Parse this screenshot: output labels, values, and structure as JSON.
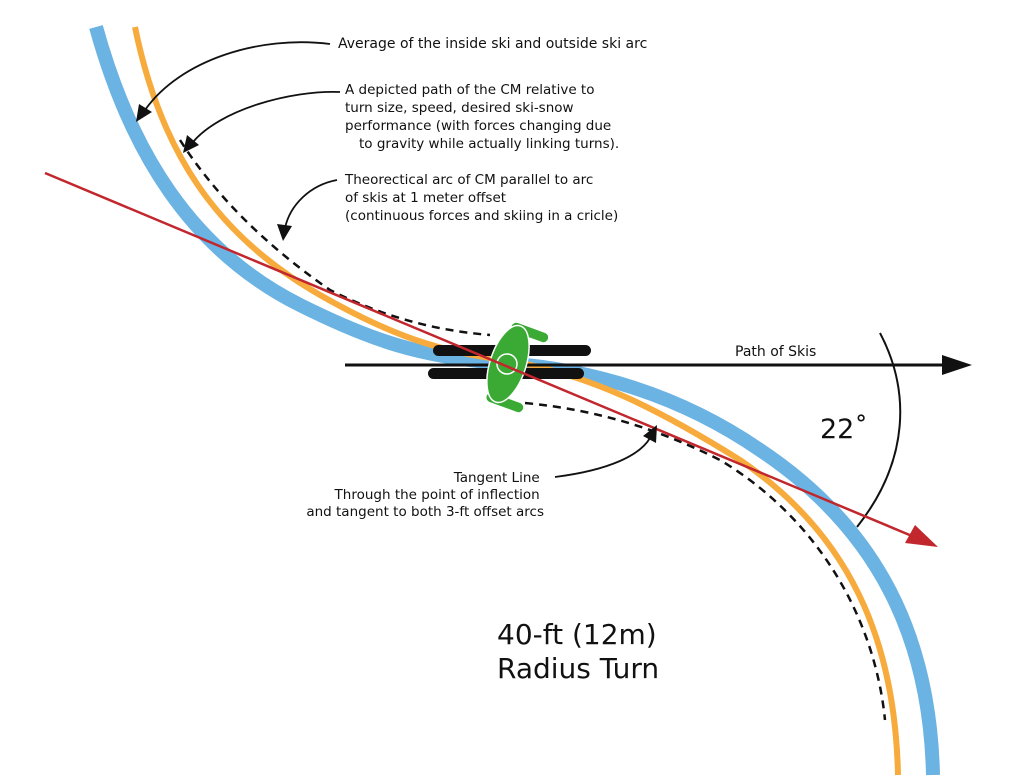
{
  "labels": {
    "average_arc": "Average of the inside ski and outside ski arc",
    "depicted_path": [
      "A depicted path of the CM relative to",
      "turn size, speed, desired ski-snow",
      "performance (with forces changing due",
      "to gravity while actually linking turns)."
    ],
    "theoretical_arc": [
      "Theorectical arc of CM parallel to arc",
      "of skis at 1 meter offset",
      "(continuous forces and skiing in a cricle)"
    ],
    "path_of_skis": "Path of Skis",
    "angle": "22˚",
    "tangent_line": [
      "Tangent Line",
      "Through the point of inflection",
      "and tangent to both 3-ft offset arcs"
    ],
    "turn_radius": [
      "40-ft (12m)",
      "Radius Turn"
    ]
  },
  "colors": {
    "outer_arc": "#6bb3e3",
    "middle_arc": "#f7ab3c",
    "tangent_line": "#c1272d",
    "skier": "#3aaa35",
    "ink": "#111111"
  }
}
